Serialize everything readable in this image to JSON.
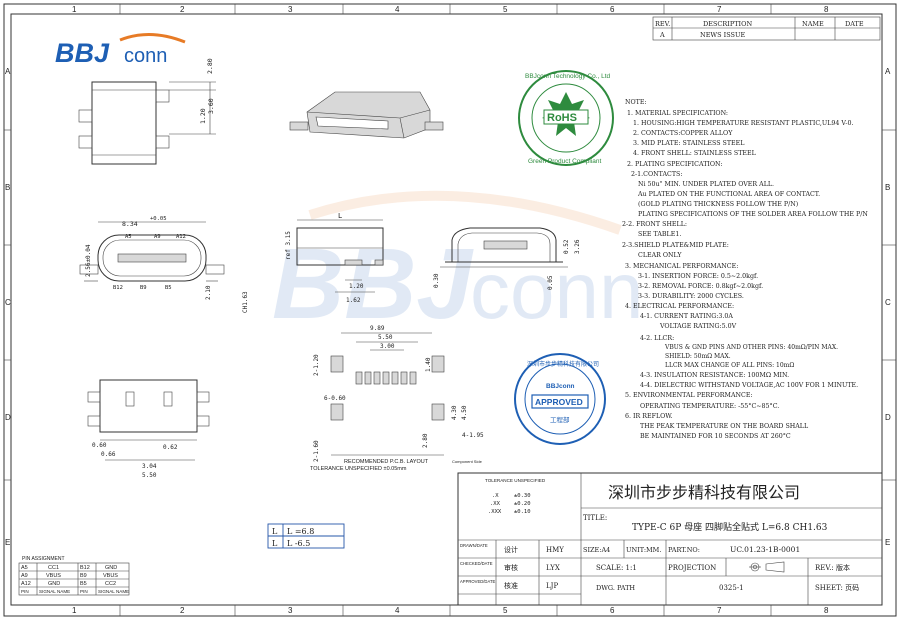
{
  "border": {
    "top_cols": [
      "1",
      "2",
      "3",
      "4",
      "5",
      "6",
      "7",
      "8"
    ],
    "bottom_cols": [
      "1",
      "2",
      "3",
      "4",
      "5",
      "6",
      "7",
      "8"
    ],
    "left_rows": [
      "A",
      "B",
      "C",
      "D",
      "E"
    ],
    "right_rows": [
      "A",
      "B",
      "C",
      "D",
      "E"
    ]
  },
  "logo": {
    "bbj": "BBJ",
    "conn": "conn"
  },
  "watermark": {
    "bbj": "BBJ",
    "conn": "conn"
  },
  "revision": {
    "headers": [
      "REV.",
      "DESCRIPTION",
      "NAME",
      "DATE"
    ],
    "rows": [
      [
        "A",
        "NEWS ISSUE",
        "",
        ""
      ]
    ]
  },
  "rohs_stamp": {
    "top_arc": "BBJconn Technology Co., Ltd",
    "bottom_arc": "Green Product Compliant",
    "center": "RoHS",
    "colors": {
      "green": "#2E8B3E"
    }
  },
  "approved_stamp": {
    "top_arc": "深圳市步步精科技有限公司",
    "brand": "BBJconn",
    "center": "APPROVED",
    "bottom": "工程部",
    "colors": {
      "blue": "#1E5FB4"
    }
  },
  "notes": [
    "NOTE:",
    "1. MATERIAL SPECIFICATION:",
    "1. HOUSING:HIGH TEMPERATURE RESISTANT PLASTIC,UL94 V-0.",
    "2. CONTACTS:COPPER ALLOY",
    "3. MID PLATE: STAINLESS STEEL",
    "4. FRONT SHELL: STAINLESS STEEL",
    "2. PLATING SPECIFICATION:",
    "2-1.CONTACTS:",
    "Ni 50u\" MIN. UNDER PLATED OVER ALL.",
    "Au PLATED ON THE FUNCTIONAL AREA OF CONTACT.",
    "(GOLD PLATING THICKNESS FOLLOW THE P/N)",
    "PLATING SPECIFICATIONS OF THE SOLDER AREA FOLLOW THE P/N",
    "2-2. FRONT SHELL:",
    "SEE TABLE1.",
    "2-3.SHIELD PLATE&MID PLATE:",
    "CLEAR ONLY",
    "3. MECHANICAL PERFORMANCE:",
    "3-1. INSERTION FORCE: 0.5~2.0kgf.",
    "3-2. REMOVAL FORCE: 0.8kgf~2.0kgf.",
    "3-3. DURABILITY: 2000 CYCLES.",
    "4. ELECTRICAL PERFORMANCE:",
    "4-1. CURRENT RATING:3.0A",
    "VOLTAGE RATING:5.0V",
    "4-2. LLCR:",
    "VBUS & GND PINS AND OTHER PINS: 40mΩ/PIN MAX.",
    "SHIELD: 50mΩ MAX.",
    "LLCR MAX CHANGE OF ALL PINS: 10mΩ",
    "4-3. INSULATION RESISTANCE: 100MΩ MIN.",
    "4-4. DIELECTRIC WITHSTAND VOLTAGE,AC 100V FOR 1 MINUTE.",
    "5. ENVIRONMENTAL PERFORMANCE:",
    "OPERATING TEMPERATURE: -55°C~85°C.",
    "6. IR REFLOW.",
    "THE PEAK TEMPERATURE ON THE BOARD SHALL",
    "BE MAINTAINED FOR 10 SECONDS AT 260°C"
  ],
  "dims": {
    "top_right_a": "2.80",
    "top_right_b": "1.20",
    "top_right_c": "3.60",
    "front_width": "8.34",
    "front_tol": "+0.05",
    "front_pins_top": [
      "A5",
      "A9",
      "A12"
    ],
    "front_pins_bottom": [
      "B12",
      "B9",
      "B5"
    ],
    "front_left": "2.56±0.04",
    "front_bottom": "2.10",
    "ch": "CH1.63",
    "side_L": "L",
    "side_left": "ref 3.15",
    "side_a": "1.20",
    "side_b": "1.62",
    "rear_a": "0.52",
    "rear_b": "3.26",
    "rear_c": "0.30",
    "rear_d": "0.05",
    "pcb_top": "9.89",
    "pcb_a": "5.50",
    "pcb_b": "3.00",
    "pcb_c": "1.40",
    "pcb_left_top": "2-1.20",
    "pcb_left": "6-0.60",
    "pcb_left_bottom": "2-1.60",
    "pcb_right": "4.30",
    "pcb_right2": "4.50",
    "pcb_small": "2.80",
    "pcb_4": "4-1.95",
    "pcb_caption": "RECOMMENDED P.C.B. LAYOUT",
    "pcb_tolerance": "TOLERANCE UNSPECIFIED ±0.05mm",
    "pcb_view_note": "Component Side",
    "bottom_a": "0.60",
    "bottom_b": "0.66",
    "bottom_c": "3.04",
    "bottom_d": "5.50",
    "bottom_e": "0.62"
  },
  "l_table": [
    [
      "L",
      "L =6.8"
    ],
    [
      "L",
      "L -6.5"
    ]
  ],
  "pin_table": {
    "title": "PIN ASSIGNMENT",
    "rows": [
      [
        "A5",
        "CC1",
        "B12",
        "GND"
      ],
      [
        "A9",
        "VBUS",
        "B9",
        "VBUS"
      ],
      [
        "A12",
        "GND",
        "B5",
        "CC2"
      ],
      [
        "PIN",
        "SIGNAL NAME",
        "PIN",
        "SIGNAL NAME"
      ]
    ]
  },
  "tolerance": {
    "title": "TOLERANCE UNSPECIFIED",
    "rows": [
      [
        ".X",
        "±0.30"
      ],
      [
        ".XX",
        "±0.20"
      ],
      [
        ".XXX",
        "±0.10"
      ]
    ]
  },
  "title_block": {
    "company": "深圳市步步精科技有限公司",
    "title_label": "TITLE:",
    "title": "TYPE-C 6P 母座 四脚贴全贴式 L=6.8 CH1.63",
    "drawn_label": "DRAWN/DATE",
    "checked_label": "CHECKED/DATE",
    "approved_label": "APPROVED/DATE",
    "drawn_cn": "设计",
    "checked_cn": "审核",
    "approved_cn": "核准",
    "drawn_name": "HMY",
    "checked_name": "LYX",
    "approved_name": "LJP",
    "size": "SIZE:A4",
    "unit": "UNIT:MM.",
    "part_no_label": "PART.NO:",
    "part_no": "UC.01.23-1B-0001",
    "scale": "SCALE: 1:1",
    "projection": "PROJECTION",
    "rev_label": "REV.: 版本",
    "dwg_label": "DWG. PATH",
    "dwg_value": "0325-1",
    "sheet": "SHEET: 页码"
  }
}
